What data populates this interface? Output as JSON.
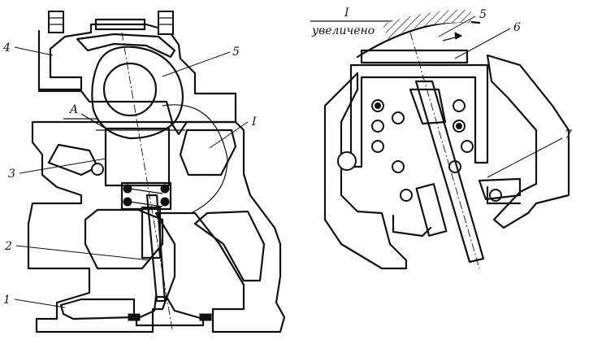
{
  "figure": {
    "inset_title": {
      "numeral": "I",
      "caption": "увеличено"
    },
    "main_callouts": [
      {
        "id": "c1",
        "text": "1"
      },
      {
        "id": "c2",
        "text": "2"
      },
      {
        "id": "c3",
        "text": "3"
      },
      {
        "id": "c4",
        "text": "4"
      },
      {
        "id": "c5",
        "text": "5"
      },
      {
        "id": "cA",
        "text": "A"
      },
      {
        "id": "cI",
        "text": "I"
      }
    ],
    "inset_callouts": [
      {
        "id": "i5",
        "text": "5"
      },
      {
        "id": "i6",
        "text": "6"
      },
      {
        "id": "i7",
        "text": "7"
      }
    ],
    "colors": {
      "ink": "#111111",
      "paper": "#ffffff"
    }
  }
}
